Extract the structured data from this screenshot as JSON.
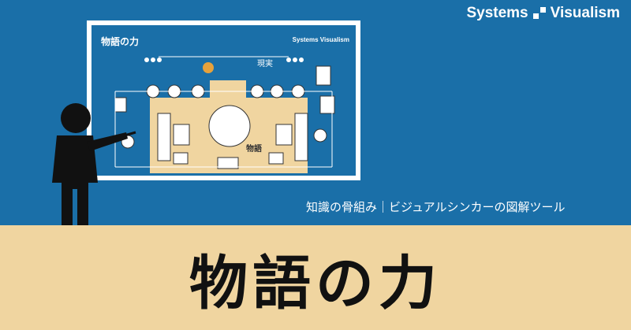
{
  "brand": "Systems Visualism",
  "board": {
    "title": "物語の力",
    "brand": "Systems Visualism",
    "real_label": "現実",
    "story_label": "物語"
  },
  "tagline": "知識の骨組み｜ビジュアルシンカーの図解ツール",
  "big_title": "物語の力",
  "colors": {
    "blue": "#1a6fa8",
    "sand": "#f0d5a0",
    "white": "#ffffff",
    "black": "#111111"
  }
}
